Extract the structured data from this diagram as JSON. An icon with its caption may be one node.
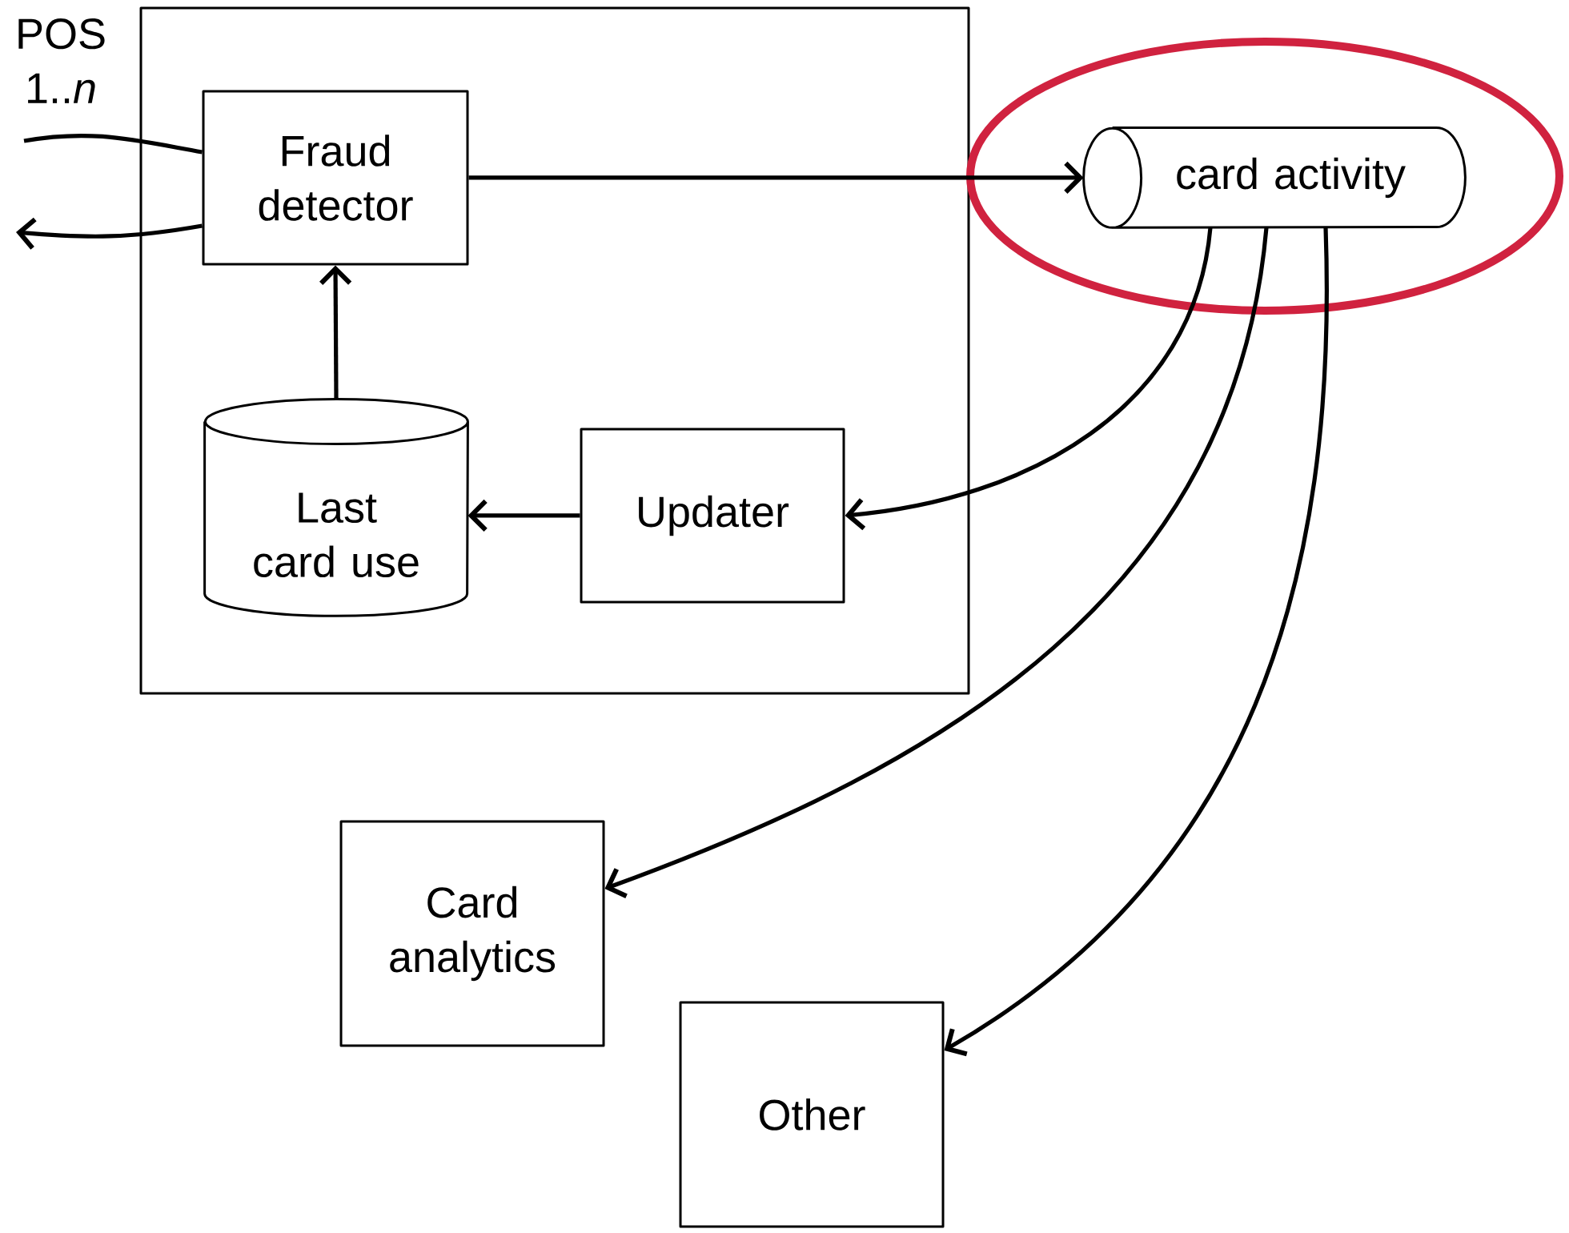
{
  "diagram": {
    "nodes": [
      {
        "text": [],
        "shape": "box"
      },
      {
        "text": [
          "Fraud detector"
        ],
        "in": 0
      },
      {
        "text": [
          "Last card use"
        ],
        "in": 0
      },
      {
        "text": [
          "Updater"
        ],
        "in": 0
      },
      {
        "text": [],
        "shape": "ellipse"
      },
      {
        "text": [
          "card activity"
        ],
        "in": 4
      },
      {
        "text": [
          "Card analytics"
        ]
      },
      {
        "text": [
          "Other"
        ]
      }
    ],
    "edges": [
      {
        "from": null,
        "to": 1,
        "arrow": "none"
      },
      {
        "from": 1,
        "to": null,
        "arrow": "to"
      },
      {
        "from": 1,
        "to": 5,
        "arrow": "to"
      },
      {
        "from": 2,
        "to": 1,
        "arrow": "to"
      },
      {
        "from": 3,
        "to": 2,
        "arrow": "to"
      },
      {
        "from": 5,
        "to": 3,
        "arrow": "to"
      },
      {
        "from": 5,
        "to": 6,
        "arrow": "to"
      },
      {
        "from": 5,
        "to": 7,
        "arrow": "to"
      }
    ],
    "labels": [
      "POS 1..*n*"
    ]
  }
}
